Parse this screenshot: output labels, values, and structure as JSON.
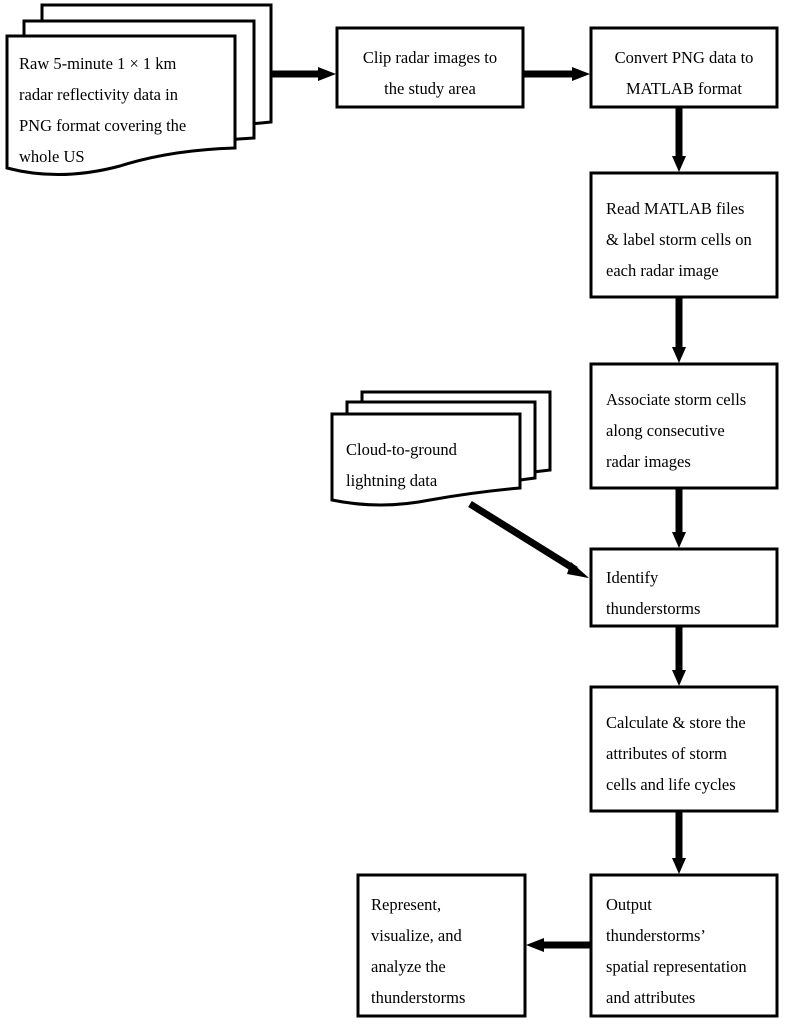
{
  "colors": {
    "stroke": "#000000",
    "fill": "#ffffff"
  },
  "nodes": {
    "raw_data": "Raw 5-minute 1 × 1 km\nradar reflectivity data in\nPNG format covering the\nwhole US",
    "clip": "Clip radar images to\nthe study area",
    "convert": "Convert PNG data to\nMATLAB format",
    "read_label": "Read MATLAB files\n& label storm cells on\neach radar image",
    "associate": "Associate storm cells\nalong consecutive\nradar images",
    "lightning": "Cloud-to-ground\nlightning data",
    "identify": "Identify\nthunderstorms",
    "calculate": "Calculate & store the\nattributes of storm\ncells and life cycles",
    "output": "Output\nthunderstorms’\nspatial representation\nand attributes",
    "represent": "Represent,\nvisualize, and\nanalyze the\nthunderstorms"
  }
}
